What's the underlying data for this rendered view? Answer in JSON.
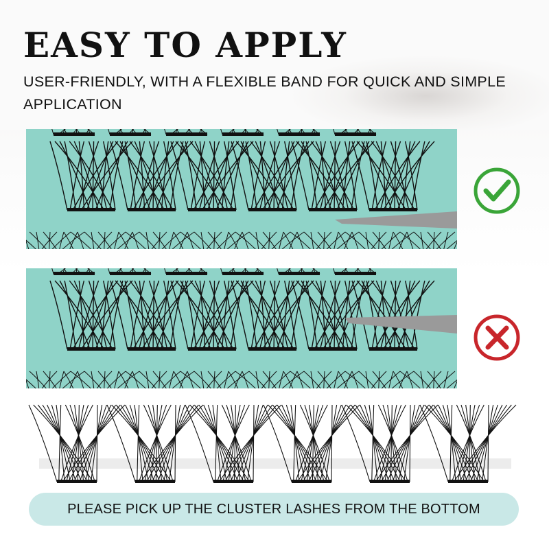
{
  "header": {
    "title": "EASY TO APPLY",
    "subtitle": "USER-FRIENDLY, WITH A FLEXIBLE BAND FOR QUICK AND SIMPLE APPLICATION"
  },
  "panels": [
    {
      "status": "correct",
      "icon": "check-circle-icon",
      "color": "#3aa538"
    },
    {
      "status": "incorrect",
      "icon": "x-circle-icon",
      "color": "#c8262b"
    }
  ],
  "instruction": "PLEASE PICK UP THE CLUSTER LASHES FROM THE BOTTOM",
  "colors": {
    "teal": "#8fd3c8",
    "pill": "#c9e8e7"
  }
}
